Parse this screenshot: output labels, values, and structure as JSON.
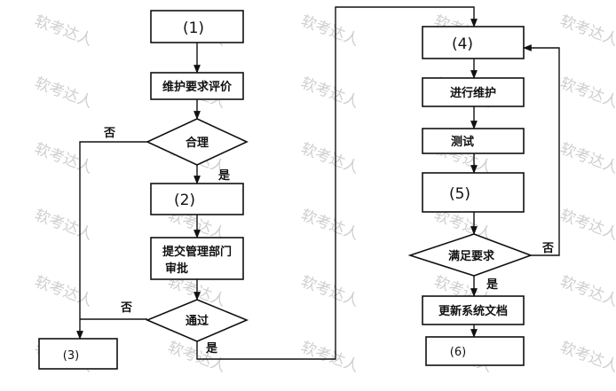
{
  "watermark": "软考达人",
  "left_flow": {
    "box1": "(1)",
    "review": "维护要求评价",
    "decision_reasonable": "合理",
    "no_label_1": "否",
    "yes_label_1": "是",
    "box2": "(2)",
    "submit_line1": "提交管理部门",
    "submit_line2": "审批",
    "decision_pass": "通过",
    "no_label_2": "否",
    "yes_label_2": "是",
    "box3": "(3)"
  },
  "right_flow": {
    "box4": "(4)",
    "maintain": "进行维护",
    "test": "测试",
    "box5": "(5)",
    "decision_meet": "满足要求",
    "no_label_3": "否",
    "yes_label_3": "是",
    "update_docs": "更新系统文档",
    "box6": "(6)"
  }
}
